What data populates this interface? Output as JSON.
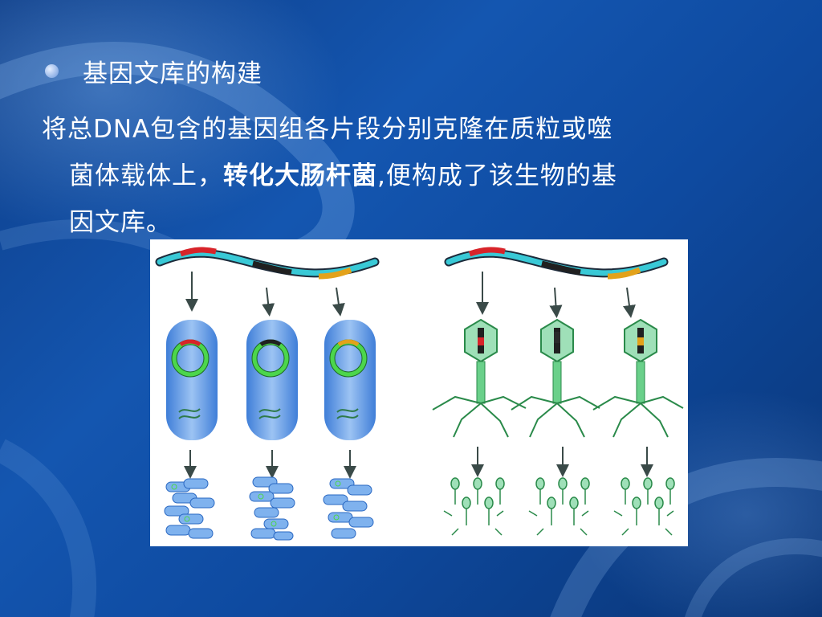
{
  "slide": {
    "bullet_heading": "基因文库的构建",
    "body_line1": "将总DNA包含的基因组各片段分别克隆在质粒或噬",
    "body_line2_a": "菌体载体上，",
    "body_line2_bold": "转化大肠杆菌",
    "body_line2_b": ",便构成了该生物的基",
    "body_line3": "因文库。"
  },
  "colors": {
    "background": "#1456b0",
    "text": "#ffffff",
    "dna_cyan": "#39c9d6",
    "dna_red": "#d8242a",
    "dna_black": "#202020",
    "dna_orange": "#e3a21a",
    "plasmid_green": "#4cd64c",
    "phage_green": "#5cc87a"
  },
  "icons": [
    "bullet-dot-icon",
    "dna-fragment-icon",
    "plasmid-icon",
    "bacterium-icon",
    "phage-icon",
    "arrow-down-icon"
  ]
}
